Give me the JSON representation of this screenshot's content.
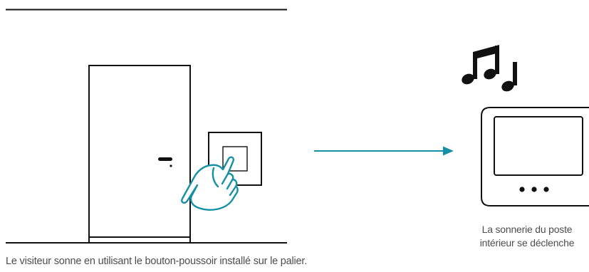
{
  "captions": {
    "visitor": "Le visiteur sonne en utilisant le bouton-poussoir installé sur le palier.",
    "indoor_line1": "La sonnerie du poste",
    "indoor_line2": "intérieur se déclenche"
  },
  "icons": {
    "door": "door-icon",
    "push_button": "doorbell-button-icon",
    "hand": "pointing-hand-icon",
    "arrow": "arrow-right-icon",
    "music": "music-notes-icon",
    "monitor": "video-intercom-monitor-icon"
  },
  "colors": {
    "line": "#111111",
    "accent": "#1590a4",
    "text": "#4d4d4d"
  }
}
